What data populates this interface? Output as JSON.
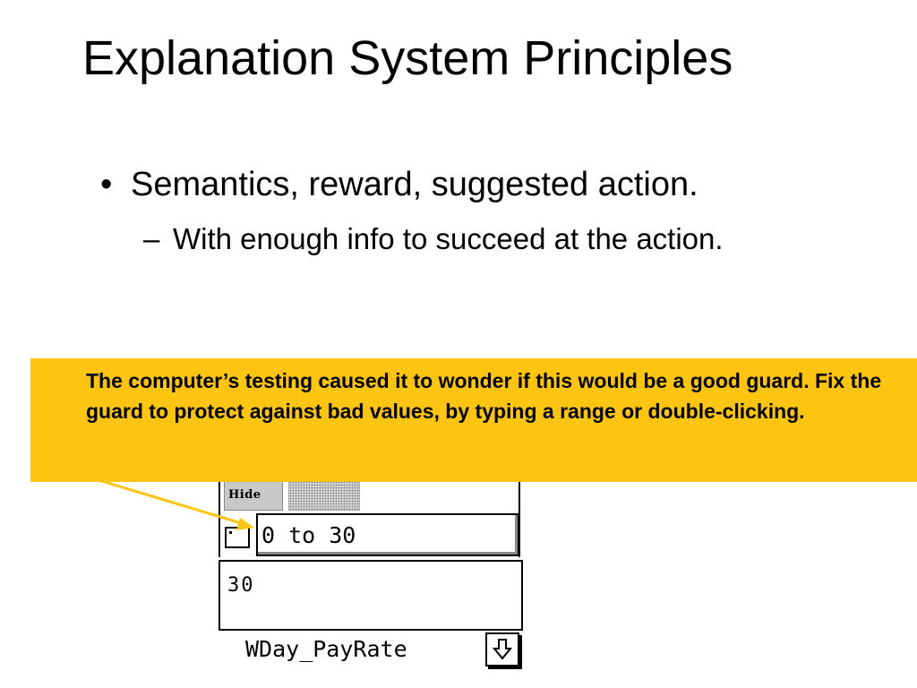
{
  "slide": {
    "title": "Explanation System Principles",
    "bullet_marker": "•",
    "bullet": "Semantics, reward, suggested action.",
    "sub_marker": "–",
    "sub_bullet": "With enough info to succeed at the action."
  },
  "callout": {
    "text": "The computer’s testing caused it to wonder if this would be a good guard. Fix the guard to protect against bad values, by typing a range or double-clicking.",
    "color": "#fdc512"
  },
  "widget": {
    "hide_label": "Hide",
    "range_value": "0 to 30",
    "value": "30",
    "field_name": "WDay_PayRate",
    "dropdown_icon": "down-arrow-icon"
  }
}
